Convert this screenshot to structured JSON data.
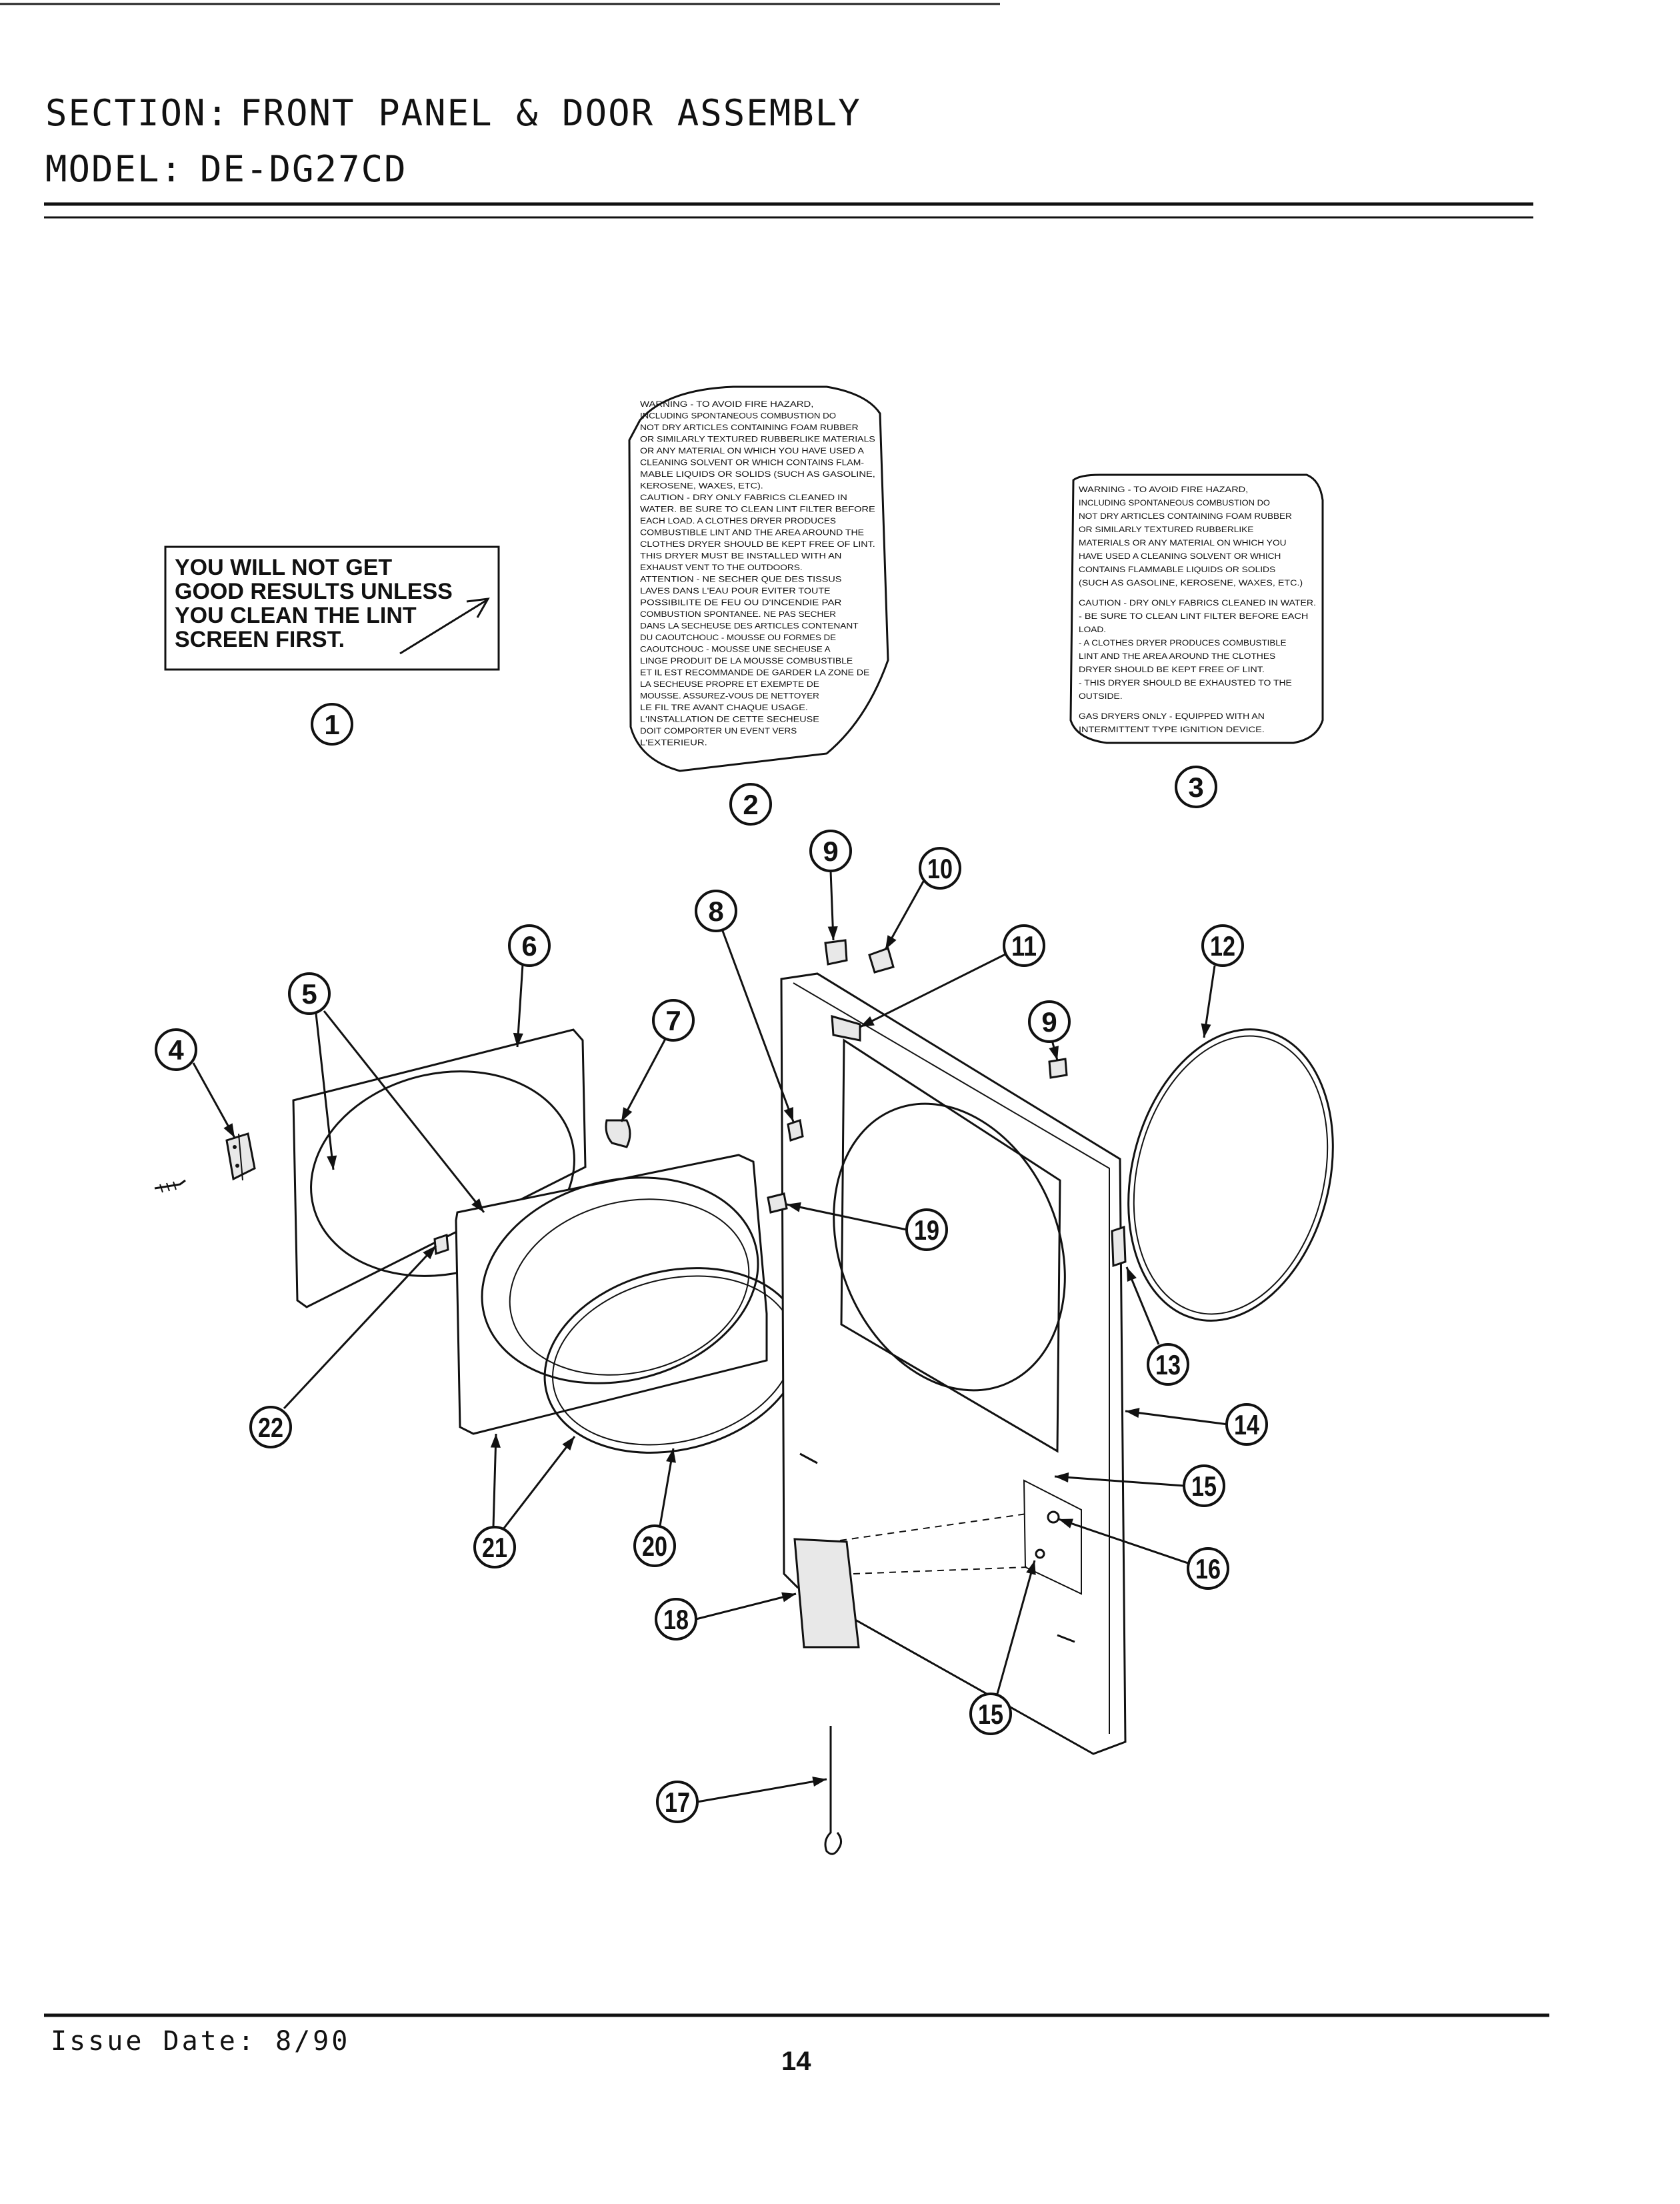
{
  "header": {
    "section_label": "SECTION:",
    "section_value": "FRONT PANEL & DOOR ASSEMBLY",
    "model_label": "MODEL:",
    "model_value": "DE-DG27CD"
  },
  "label_1": {
    "lines": [
      "YOU WILL NOT GET",
      "GOOD RESULTS UNLESS",
      "YOU CLEAN THE LINT",
      "SCREEN FIRST."
    ]
  },
  "label_2": {
    "lines": [
      "WARNING - TO AVOID FIRE HAZARD,",
      "INCLUDING SPONTANEOUS COMBUSTION DO",
      "NOT DRY ARTICLES CONTAINING FOAM RUBBER",
      "OR SIMILARLY TEXTURED RUBBERLIKE MATERIALS",
      "OR ANY MATERIAL ON WHICH YOU HAVE USED A",
      "CLEANING SOLVENT OR WHICH CONTAINS FLAM-",
      "MABLE LIQUIDS OR SOLIDS (SUCH AS GASOLINE,",
      "KEROSENE, WAXES, ETC).",
      "CAUTION - DRY ONLY FABRICS CLEANED IN",
      "WATER. BE SURE TO CLEAN LINT FILTER BEFORE",
      "EACH LOAD. A CLOTHES DRYER PRODUCES",
      "COMBUSTIBLE LINT AND THE AREA AROUND THE",
      "CLOTHES DRYER SHOULD BE KEPT FREE OF LINT.",
      "THIS DRYER MUST BE INSTALLED WITH AN",
      "EXHAUST VENT TO THE OUTDOORS.",
      "ATTENTION - NE SECHER QUE DES TISSUS",
      "LAVES DANS L'EAU POUR EVITER TOUTE",
      "POSSIBILITE DE FEU OU D'INCENDIE PAR",
      "COMBUSTION SPONTANEE. NE PAS SECHER",
      "DANS LA SECHEUSE DES ARTICLES CONTENANT",
      "DU CAOUTCHOUC - MOUSSE OU FORMES DE",
      "CAOUTCHOUC - MOUSSE UNE SECHEUSE A",
      "LINGE PRODUIT DE LA MOUSSE COMBUSTIBLE",
      "ET IL EST RECOMMANDE DE GARDER LA ZONE DE",
      "LA SECHEUSE PROPRE ET EXEMPTE DE",
      "MOUSSE. ASSUREZ-VOUS DE NETTOYER",
      "LE FIL TRE AVANT CHAQUE USAGE.",
      "L'INSTALLATION DE CETTE SECHEUSE",
      "DOIT COMPORTER UN EVENT VERS",
      "L'EXTERIEUR."
    ]
  },
  "label_3": {
    "lines": [
      "WARNING - TO AVOID FIRE HAZARD,",
      "INCLUDING SPONTANEOUS COMBUSTION DO",
      "NOT DRY ARTICLES CONTAINING FOAM RUBBER",
      "OR SIMILARLY TEXTURED RUBBERLIKE",
      "MATERIALS OR ANY MATERIAL ON WHICH YOU",
      "HAVE USED A CLEANING SOLVENT OR WHICH",
      "CONTAINS FLAMMABLE LIQUIDS OR SOLIDS",
      "(SUCH AS GASOLINE, KEROSENE, WAXES, ETC.)",
      "CAUTION - DRY ONLY FABRICS CLEANED IN WATER.",
      "- BE SURE TO CLEAN LINT FILTER BEFORE EACH",
      "LOAD.",
      "- A CLOTHES DRYER PRODUCES COMBUSTIBLE",
      "LINT AND THE AREA AROUND THE CLOTHES",
      "DRYER SHOULD BE KEPT FREE OF LINT.",
      "- THIS DRYER SHOULD BE EXHAUSTED TO THE",
      "OUTSIDE.",
      "GAS DRYERS ONLY - EQUIPPED WITH AN",
      "INTERMITTENT TYPE IGNITION DEVICE."
    ]
  },
  "callouts": {
    "c1": "1",
    "c2": "2",
    "c3": "3",
    "c4": "4",
    "c5": "5",
    "c6": "6",
    "c7": "7",
    "c8": "8",
    "c9a": "9",
    "c9b": "9",
    "c10": "10",
    "c11": "11",
    "c12": "12",
    "c13": "13",
    "c14": "14",
    "c15a": "15",
    "c15b": "15",
    "c16": "16",
    "c17": "17",
    "c18": "18",
    "c19": "19",
    "c20": "20",
    "c21": "21",
    "c22": "22"
  },
  "footer": {
    "issue_date": "Issue Date: 8/90",
    "page_number": "14"
  }
}
